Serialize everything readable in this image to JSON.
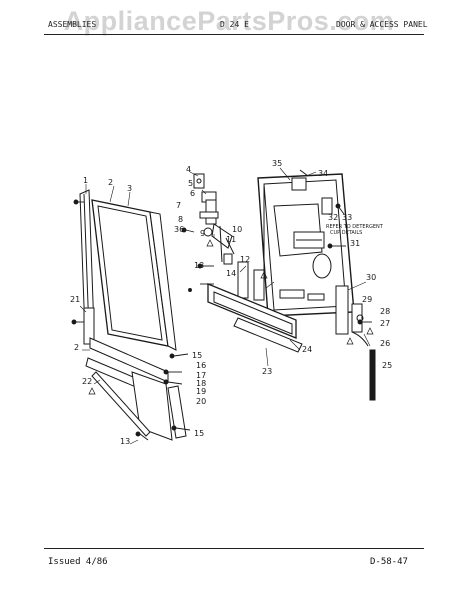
{
  "watermark": "AppliancePartsPros.com",
  "header": {
    "left": "ASSEMBLIES",
    "center": "D 24 E",
    "right": "DOOR & ACCESS PANEL"
  },
  "footer": {
    "issued": "Issued 4/86",
    "page_code": "D-58-47"
  },
  "callout_note": [
    "REFER TO DETERGENT",
    "CUP DETAILS"
  ],
  "part_numbers": [
    "1",
    "2",
    "3",
    "4",
    "5",
    "6",
    "7",
    "8",
    "9",
    "10",
    "11",
    "12",
    "13",
    "14",
    "15",
    "16",
    "17",
    "18",
    "19",
    "20",
    "21",
    "22",
    "23",
    "24",
    "25",
    "26",
    "27",
    "28",
    "29",
    "30",
    "31",
    "32",
    "33",
    "34",
    "35",
    "36"
  ],
  "colors": {
    "ink": "#1a1a1a",
    "watermark": "#b0b0b0"
  }
}
